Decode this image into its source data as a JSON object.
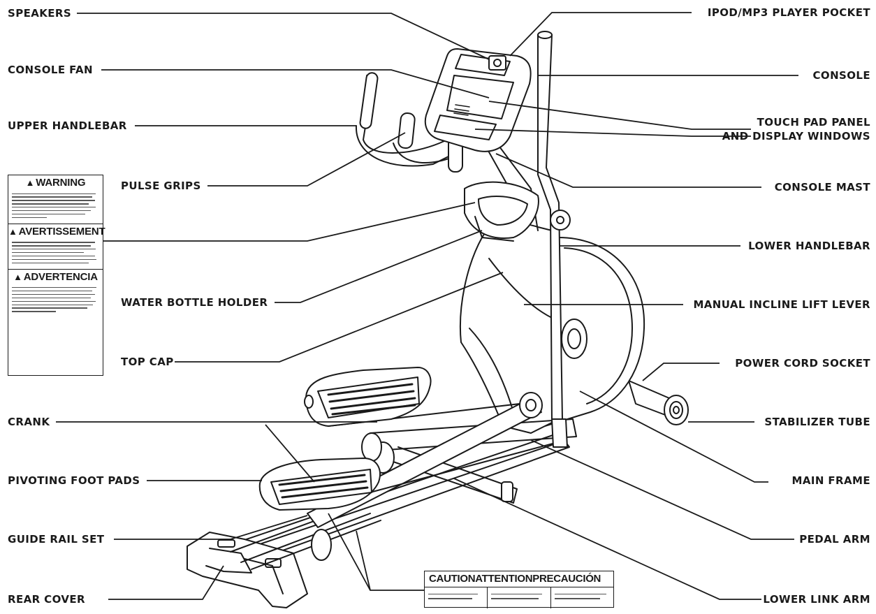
{
  "labels": {
    "speakers": "SPEAKERS",
    "console_fan": "CONSOLE FAN",
    "upper_handlebar": "UPPER HANDLEBAR",
    "pulse_grips": "PULSE GRIPS",
    "water_bottle_holder": "WATER BOTTLE HOLDER",
    "top_cap": "TOP CAP",
    "crank": "CRANK",
    "pivoting_foot_pads": "PIVOTING FOOT PADS",
    "guide_rail_set": "GUIDE RAIL SET",
    "rear_cover": "REAR COVER",
    "ipod_pocket": "IPOD/MP3 PLAYER POCKET",
    "console": "CONSOLE",
    "touch_pad_line1": "TOUCH PAD PANEL",
    "touch_pad_line2": "AND DISPLAY WINDOWS",
    "console_mast": "CONSOLE MAST",
    "lower_handlebar": "LOWER HANDLEBAR",
    "manual_incline": "MANUAL INCLINE LIFT LEVER",
    "power_cord": "POWER CORD SOCKET",
    "stabilizer_tube": "STABILIZER TUBE",
    "main_frame": "MAIN FRAME",
    "pedal_arm": "PEDAL ARM",
    "lower_link_arm": "LOWER LINK ARM"
  },
  "warning_label": {
    "warning": "WARNING",
    "avertissement": "AVERTISSEMENT",
    "advertencia": "ADVERTENCIA"
  },
  "caution_label": {
    "caution": "CAUTION",
    "attention": "ATTENTION",
    "precaucion": "PRECAUCIÓN"
  },
  "colors": {
    "ink": "#1a1a1a",
    "background": "#ffffff"
  }
}
